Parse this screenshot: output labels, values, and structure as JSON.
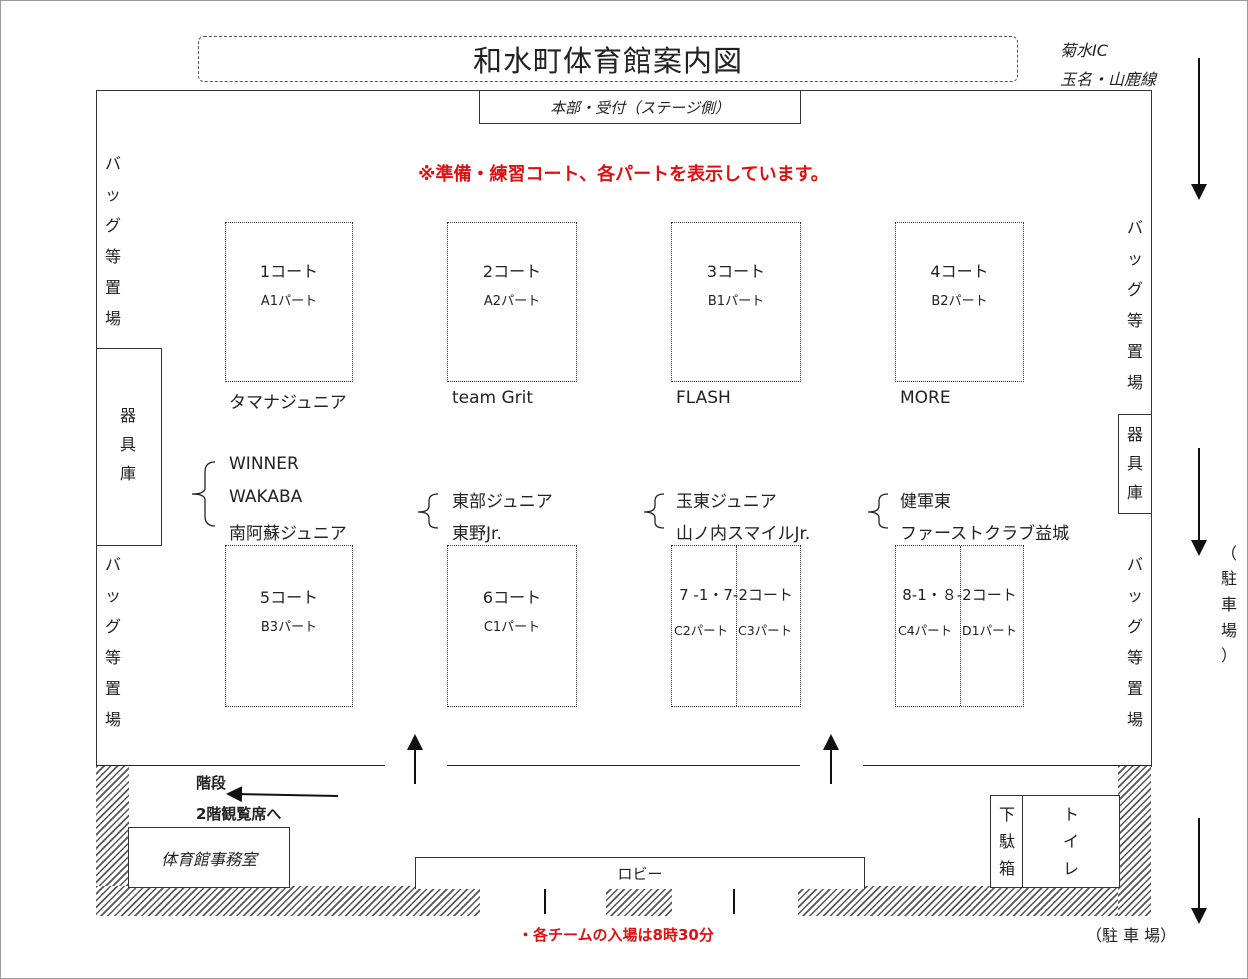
{
  "title": "和水町体育館案内図",
  "top_right": {
    "ic": "菊水IC",
    "route": "玉名・山鹿線"
  },
  "stage": "本部・受付（ステージ側）",
  "notice": "※準備・練習コート、各パートを表示しています。",
  "bag_area": [
    "バ",
    "ッ",
    "グ",
    "等",
    "置",
    "場"
  ],
  "equipment": [
    "器",
    "具",
    "庫"
  ],
  "courts": [
    {
      "name": "1コート",
      "part": "A1パート"
    },
    {
      "name": "2コート",
      "part": "A2パート"
    },
    {
      "name": "3コート",
      "part": "B1パート"
    },
    {
      "name": "4コート",
      "part": "B2パート"
    },
    {
      "name": "5コート",
      "part": "B3パート"
    },
    {
      "name": "6コート",
      "part": "C1パート"
    },
    {
      "name": "7 -1・7-2コート",
      "parts": [
        "C2パート",
        "C3パート"
      ]
    },
    {
      "name": "8-1・８-2コート",
      "parts": [
        "C4パート",
        "D1パート"
      ]
    }
  ],
  "teams_top": [
    "タマナジュニア",
    "team Grit",
    "FLASH",
    "MORE"
  ],
  "teams_c5": [
    "WINNER",
    "WAKABA",
    "南阿蘇ジュニア"
  ],
  "teams_c6": [
    "東部ジュニア",
    "東野Jr."
  ],
  "teams_c7": [
    "玉東ジュニア",
    "山ノ内スマイルJr."
  ],
  "teams_c8": [
    "健軍東",
    "ファーストクラブ益城"
  ],
  "stairs": {
    "label": "階段",
    "sub": "2階観覧席へ"
  },
  "office": "体育館事務室",
  "lobby": "ロビー",
  "shoe_box": [
    "下",
    "駄",
    "箱"
  ],
  "toilet": [
    "ト",
    "イ",
    "レ"
  ],
  "parking_side": [
    "（",
    "駐",
    "車",
    "場",
    "）"
  ],
  "parking_bottom": "（駐 車 場）",
  "entry_time": "・各チームの入場は8時30分"
}
